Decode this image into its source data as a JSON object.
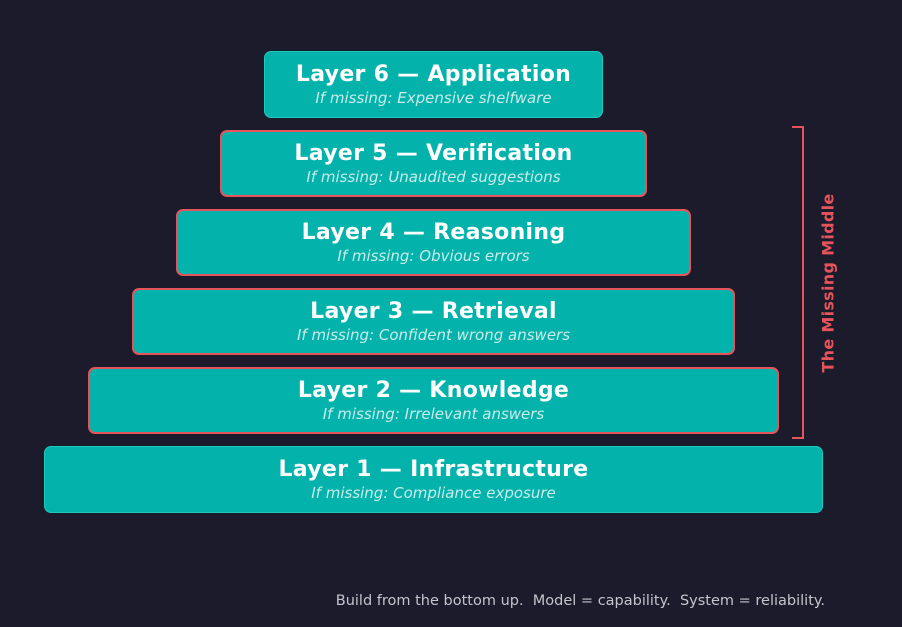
{
  "layers": [
    {
      "title": "Layer 6 — Application",
      "missing": "If missing: Expensive shelfware"
    },
    {
      "title": "Layer 5 — Verification",
      "missing": "If missing: Unaudited suggestions"
    },
    {
      "title": "Layer 4 — Reasoning",
      "missing": "If missing: Obvious errors"
    },
    {
      "title": "Layer 3 — Retrieval",
      "missing": "If missing: Confident wrong answers"
    },
    {
      "title": "Layer 2 — Knowledge",
      "missing": "If missing: Irrelevant answers"
    },
    {
      "title": "Layer 1 — Infrastructure",
      "missing": "If missing: Compliance exposure"
    }
  ],
  "bracket_label": "The Missing Middle",
  "footer": "Build from the bottom up.  Model = capability.  System = reliability.",
  "colors": {
    "background": "#1b1b2c",
    "layer_fill": "#03b3ab",
    "middle_border": "#e5545a",
    "title_text": "#ffffff",
    "subtitle_text": "#c9ecea",
    "footer_text": "#c4c4cc"
  }
}
